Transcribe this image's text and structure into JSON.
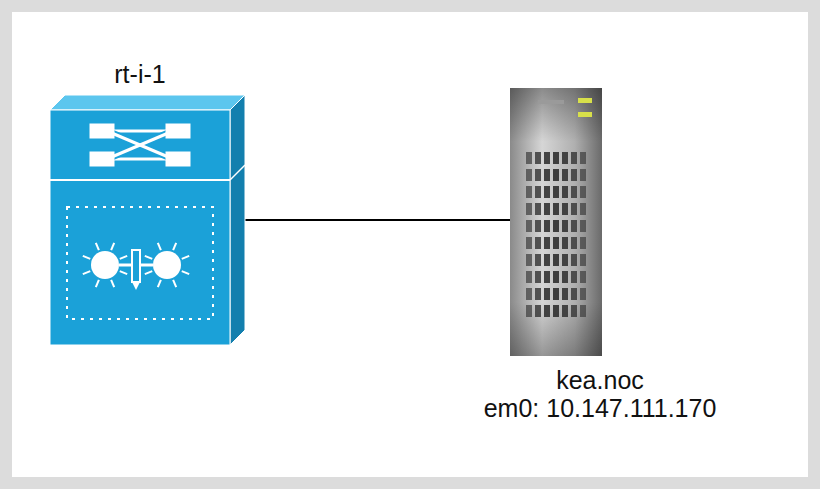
{
  "diagram": {
    "nodes": [
      {
        "text": [
          "rt-i-1"
        ]
      },
      {
        "text": [
          "kea.noc",
          "em0: 10.147.111.170"
        ]
      }
    ],
    "edges": [
      {
        "from": 0,
        "to": 1,
        "arrow": "none"
      }
    ]
  }
}
